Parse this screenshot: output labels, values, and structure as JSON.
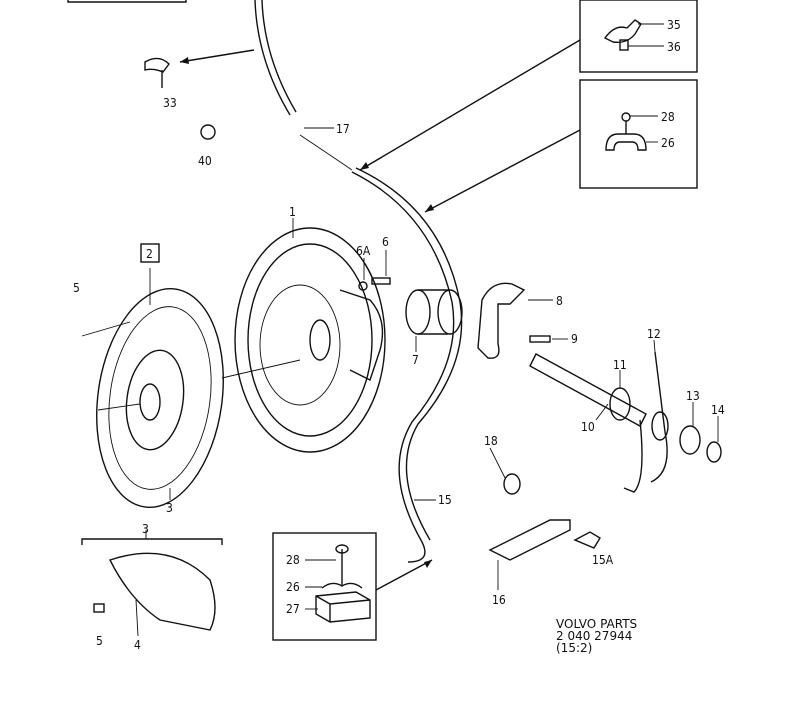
{
  "callouts": [
    "35",
    "36",
    "28",
    "26",
    "33",
    "17",
    "40",
    "1",
    "6A",
    "6",
    "2",
    "5",
    "8",
    "9",
    "7",
    "12",
    "11",
    "13",
    "14",
    "10",
    "3",
    "18",
    "15",
    "3",
    "28",
    "26",
    "27",
    "16",
    "15A",
    "5",
    "4"
  ],
  "footer": {
    "line1": "VOLVO PARTS",
    "line2": "2 040 27944",
    "line3": "(15:2)"
  },
  "colors": {
    "ink": "#111111",
    "paper": "#ffffff"
  }
}
